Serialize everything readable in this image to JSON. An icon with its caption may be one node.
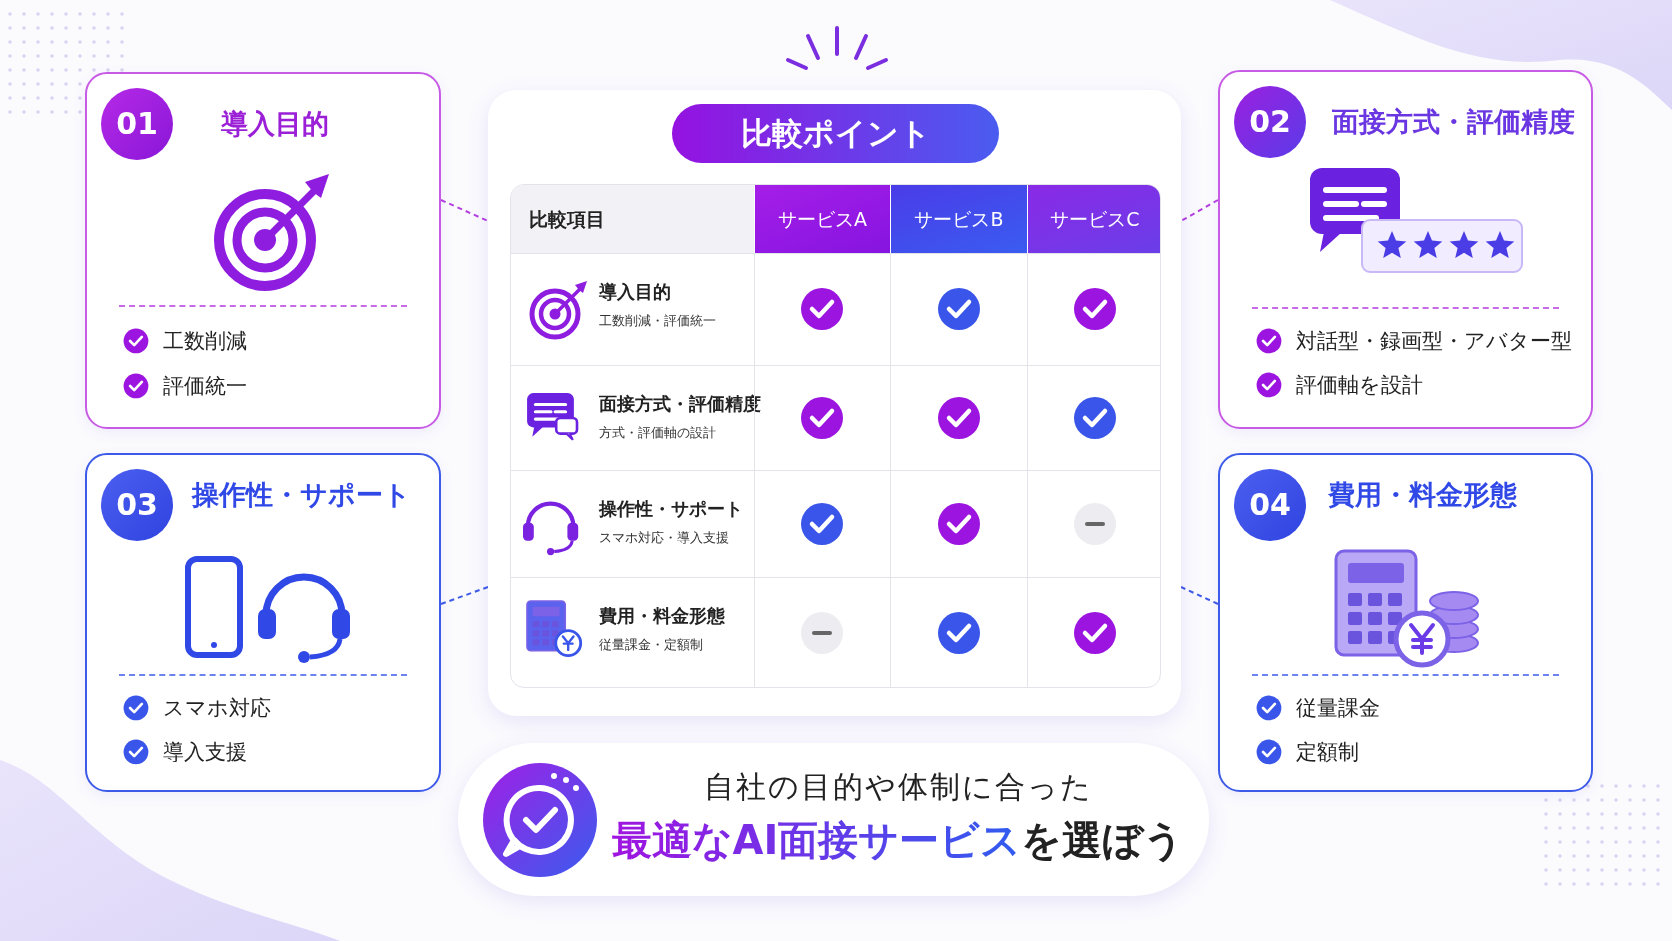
{
  "diagram": {
    "nodes": [
      {
        "text": [
          "01",
          "導入目的",
          "工数削減",
          "評価統一"
        ]
      },
      {
        "text": [
          "02",
          "面接方式・評価精度",
          "対話型・録画型・アバター型",
          "評価軸を設計"
        ]
      },
      {
        "text": [
          "03",
          "操作性・サポート",
          "スマホ対応",
          "導入支援"
        ]
      },
      {
        "text": [
          "04",
          "費用・料金形態",
          "従量課金",
          "定額制"
        ]
      },
      {
        "text": [
          "比較ポイント"
        ]
      },
      {
        "text": [
          "自社の目的や体制に合った",
          "最適なAI面接サービス",
          "を選ぼう"
        ]
      }
    ],
    "edges": [
      {
        "from": 0,
        "to": 4,
        "arrow": "none",
        "style": "dashed",
        "color": "#b43fe0"
      },
      {
        "from": 1,
        "to": 4,
        "arrow": "none",
        "style": "dashed",
        "color": "#b43fe0"
      },
      {
        "from": 2,
        "to": 4,
        "arrow": "none",
        "style": "dashed",
        "color": "#3d5be8"
      },
      {
        "from": 3,
        "to": 4,
        "arrow": "none",
        "style": "dashed",
        "color": "#3d5be8"
      }
    ],
    "labels": [
      "比較項目",
      "サービスA",
      "サービスB",
      "サービスC",
      "導入目的",
      "工数削減・評価統一",
      "面接方式・評価精度",
      "方式・評価軸の設計",
      "操作性・サポート",
      "スマホ対応・導入支援",
      "費用・料金形態",
      "従量課金・定額制"
    ]
  }
}
